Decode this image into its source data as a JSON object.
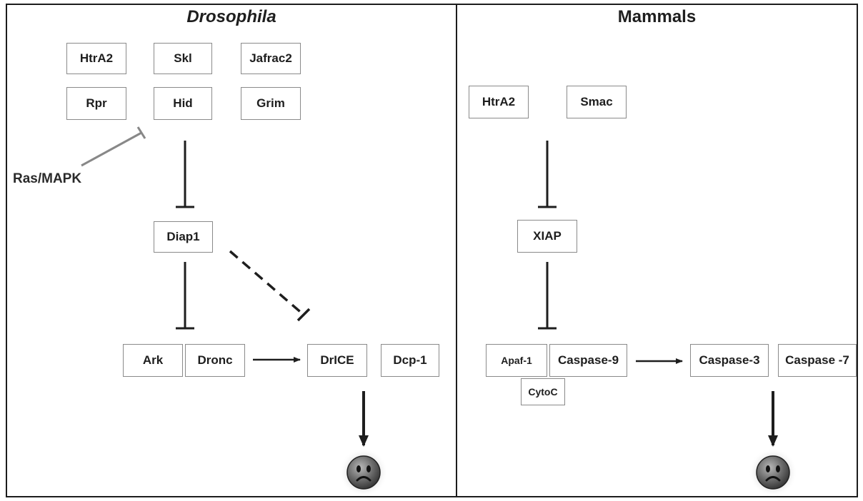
{
  "drosophila": {
    "title": "Drosophila",
    "boxes": {
      "htra2": "HtrA2",
      "skl": "Skl",
      "jafrac2": "Jafrac2",
      "rpr": "Rpr",
      "hid": "Hid",
      "grim": "Grim",
      "diap1": "Diap1",
      "ark": "Ark",
      "dronc": "Dronc",
      "drice": "DrICE",
      "dcp1": "Dcp-1"
    },
    "ras_mapk_label": "Ras/MAPK"
  },
  "mammals": {
    "title": "Mammals",
    "boxes": {
      "htra2": "HtrA2",
      "smac": "Smac",
      "xiap": "XIAP",
      "apaf1": "Apaf-1",
      "caspase9": "Caspase-9",
      "cytoc": "CytoC",
      "caspase3": "Caspase-3",
      "caspase7": "Caspase -7"
    }
  },
  "icons": {
    "cell_death": "sad-face-icon"
  },
  "colors": {
    "panel_border": "#1c1c1c",
    "box_border": "#8a8a8a",
    "arrow": "#1e1e1e",
    "ras_inhibitor": "#888888"
  }
}
